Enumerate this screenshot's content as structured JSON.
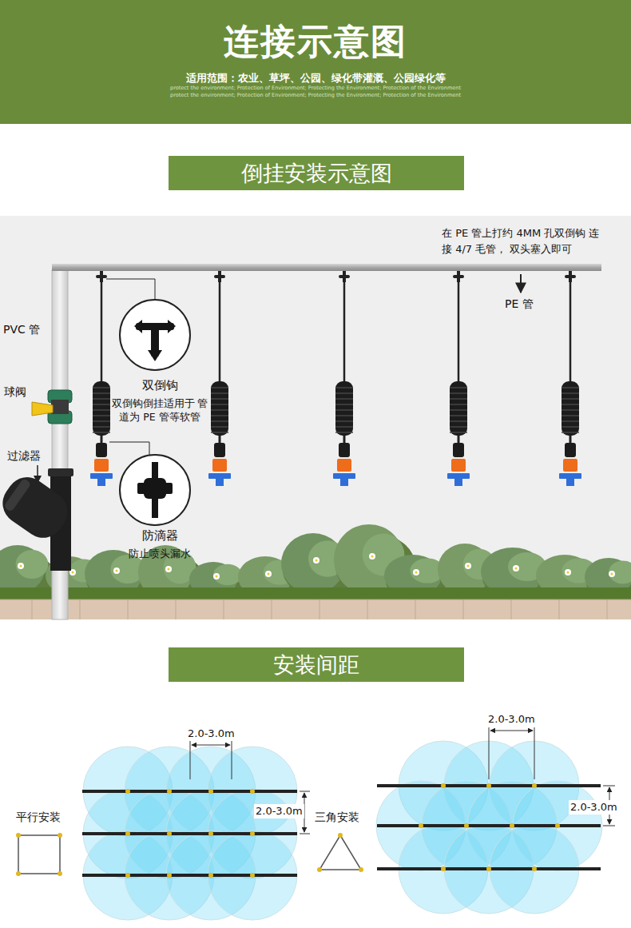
{
  "diagram": {
    "title": "连接示意图",
    "nodes": [
      {
        "text": [
          "适用范围：农业、草坪、公园、绿化带灌溉、公园绿化等",
          "protect the environment; Protection of Environment; Protecting the Environment; Protection of the Environment",
          "protect the environment; Protection of Environment; Protecting the Environment; Protection of the Environment"
        ]
      },
      {
        "text": [
          "倒挂安装示意图"
        ]
      },
      {
        "text": [
          "双倒钩",
          "双倒钩倒挂适用于 管道为 PE 管等软管"
        ]
      },
      {
        "text": [
          "防滴器",
          "防止喷头漏水"
        ]
      },
      {
        "text": [
          "安装间距"
        ]
      }
    ],
    "labels": [
      "在 PE 管上打约 4MM 孔双倒钩 连接 4/7 毛管， 双头塞入即可",
      "PE 管",
      "PVC 管",
      "球阀",
      "过滤器",
      "2.0-3.0m",
      "2.0-3.0m",
      "平行安装",
      "三角安装",
      "2.0-3.0m",
      "2.0-3.0m"
    ]
  }
}
